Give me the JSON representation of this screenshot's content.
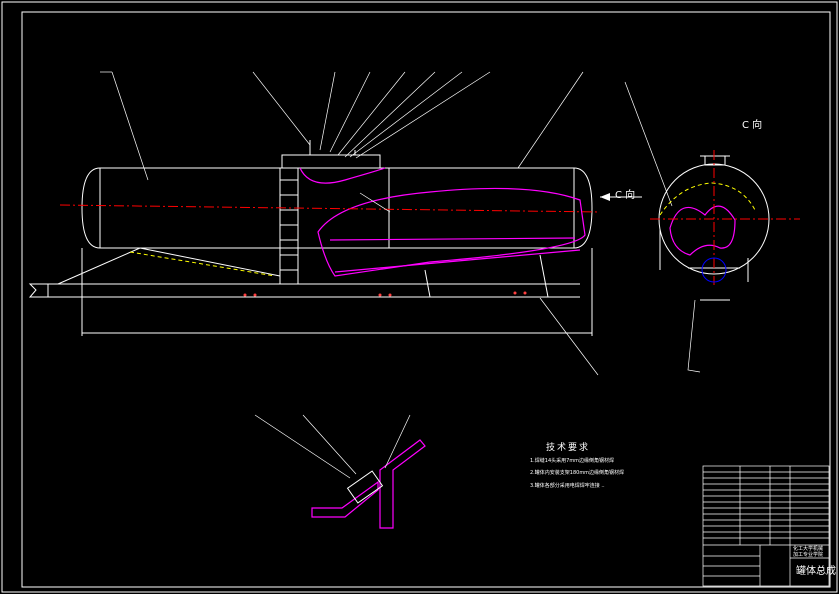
{
  "view_c": {
    "title": "C 向",
    "arrow_label": "C 向"
  },
  "tech_requirements": {
    "title": "技术要求",
    "items": [
      "1.焊缝14头采用7mm边缘倒角钢材焊",
      "2.罐体内安装支架180mm边缘倒角钢材焊",
      "3.罐体各部分采用电焊焊牢连接 .."
    ]
  },
  "title_block": {
    "company_lines": [
      "化工大学机械",
      "加工专业学院"
    ],
    "drawing_title": "罐体总成"
  },
  "colors": {
    "background": "#000000",
    "outline": "#ffffff",
    "section": "#ff00ff",
    "centerline": "#ff0000",
    "hidden": "#ffff00",
    "detail": "#0000ff",
    "frame": "#ffffff"
  }
}
